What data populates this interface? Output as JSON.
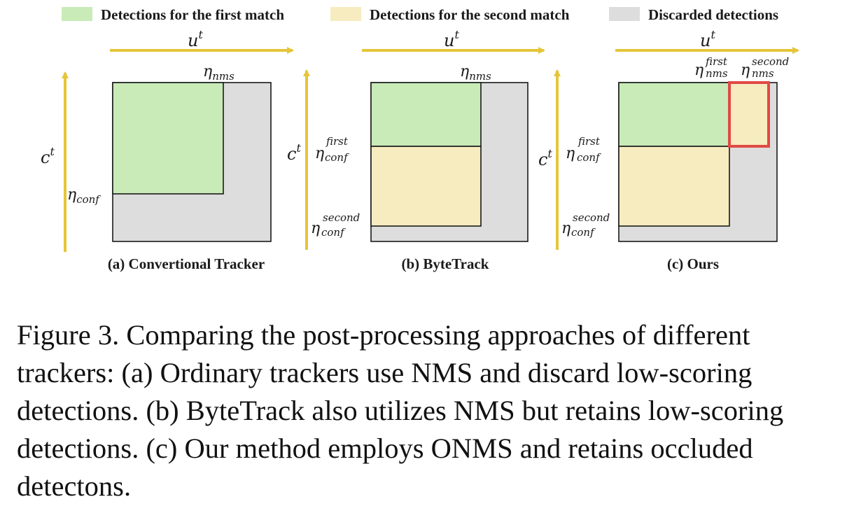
{
  "legend": [
    {
      "label": "Detections for the first match",
      "color": "#c9ebb8"
    },
    {
      "label": "Detections for the second match",
      "color": "#f6ecc0"
    },
    {
      "label": "Discarded detections",
      "color": "#dddddd"
    }
  ],
  "colors": {
    "arrow": "#e5c53a",
    "first": "#c9ebb8",
    "second": "#f6ecc0",
    "discarded": "#dddddd",
    "highlight": "#e04a45",
    "outline": "#1a1a1a"
  },
  "symbols": {
    "u": "u",
    "t": "t",
    "c": "c",
    "eta": "η",
    "nms": "nms",
    "conf": "conf",
    "first": "first",
    "second": "second"
  },
  "panels": [
    {
      "caption": "(a) Convertional Tracker"
    },
    {
      "caption": "(b) ByteTrack"
    },
    {
      "caption": "(c) Ours"
    }
  ],
  "caption": "Figure 3. Comparing the post-processing approaches of different trackers: (a) Ordinary trackers use NMS and discard low-scoring detections. (b) ByteTrack also utilizes NMS but retains low-scoring detections. (c) Our method employs ONMS and retains occluded detectons."
}
